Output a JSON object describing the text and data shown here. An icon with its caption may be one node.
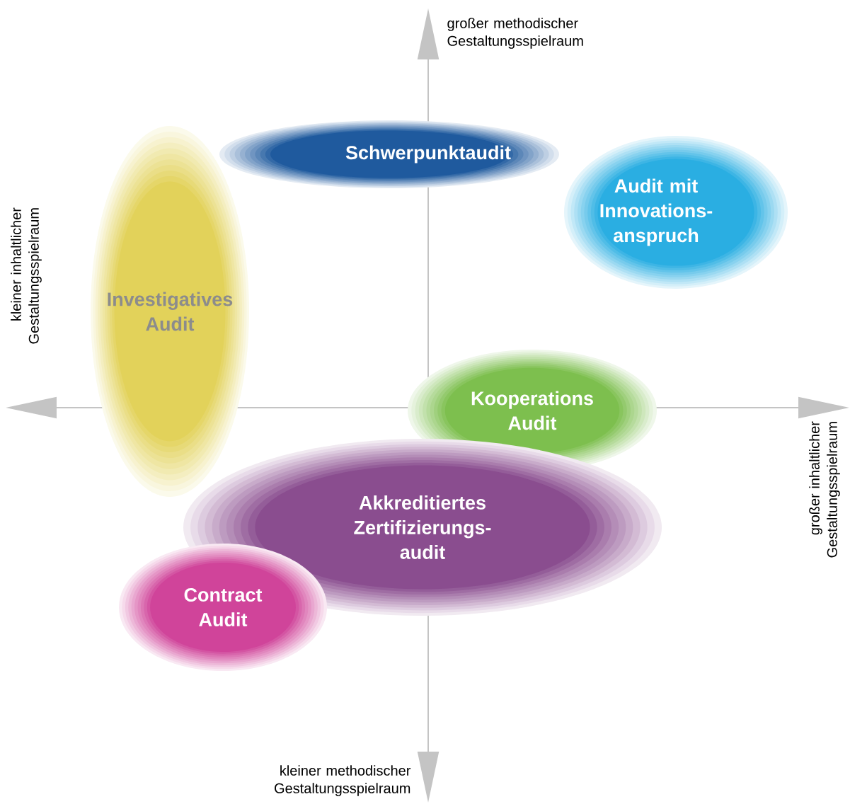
{
  "diagram": {
    "nodes": [
      {
        "text": [
          "Investigatives Audit"
        ]
      },
      {
        "text": [
          "Schwerpunktaudit"
        ]
      },
      {
        "text": [
          "Audit mit Innovations- anspruch"
        ]
      },
      {
        "text": [
          "Kooperations Audit"
        ]
      },
      {
        "text": [
          "Akkreditiertes Zertifizierungs- audit"
        ]
      },
      {
        "text": [
          "Contract Audit"
        ]
      }
    ],
    "labels": [
      "großer methodischer Gestaltungsspielraum",
      "kleiner inhaltlicher Gestaltungsspielraum",
      "großer inhaltlicher Gestaltungsspielraum",
      "kleiner methodischer Gestaltungsspielraum"
    ]
  }
}
